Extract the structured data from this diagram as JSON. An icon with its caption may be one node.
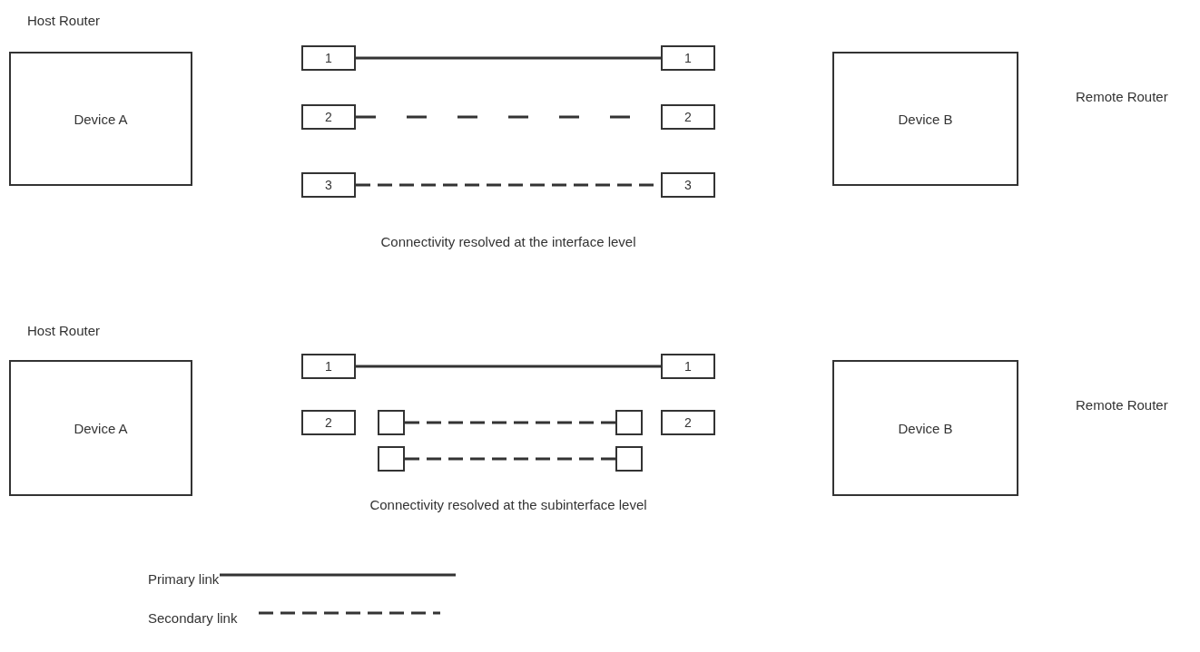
{
  "diagram": {
    "nodes": [
      {
        "text": [
          "Device A"
        ],
        "beside": [
          "Host Router"
        ]
      },
      {
        "text": [
          "1"
        ]
      },
      {
        "text": [
          "1"
        ]
      },
      {
        "text": [
          "2"
        ]
      },
      {
        "text": [
          "2"
        ]
      },
      {
        "text": [
          "3"
        ]
      },
      {
        "text": [
          "3"
        ]
      },
      {
        "text": [
          "Device B"
        ]
      },
      {
        "text": [
          "Device A"
        ],
        "beside": [
          "Host Router"
        ]
      },
      {
        "text": [
          "1"
        ]
      },
      {
        "text": [
          "1"
        ]
      },
      {
        "text": [
          "2"
        ]
      },
      {
        "text": [],
        "shape": "box"
      },
      {
        "text": [],
        "shape": "box"
      },
      {
        "text": [
          "2"
        ]
      },
      {
        "text": [],
        "shape": "box"
      },
      {
        "text": [],
        "shape": "box"
      },
      {
        "text": [
          "Device B"
        ]
      }
    ],
    "edges": [
      {
        "from": 1,
        "to": 2,
        "arrow": "none"
      },
      {
        "from": 3,
        "to": 4,
        "arrow": "none",
        "style": "dashed"
      },
      {
        "from": 5,
        "to": 6,
        "arrow": "none",
        "style": "dashed"
      },
      {
        "from": 9,
        "to": 10,
        "arrow": "none"
      },
      {
        "from": 12,
        "to": 13,
        "arrow": "none",
        "style": "dashed"
      },
      {
        "from": 15,
        "to": 16,
        "arrow": "none",
        "style": "dashed"
      }
    ],
    "labels": [
      "Remote Router",
      "Connectivity resolved at the interface level",
      "Remote Router",
      "Connectivity resolved at the subinterface level"
    ],
    "legend": [
      {
        "text": "Primary link"
      },
      {
        "text": "Secondary link"
      }
    ]
  }
}
